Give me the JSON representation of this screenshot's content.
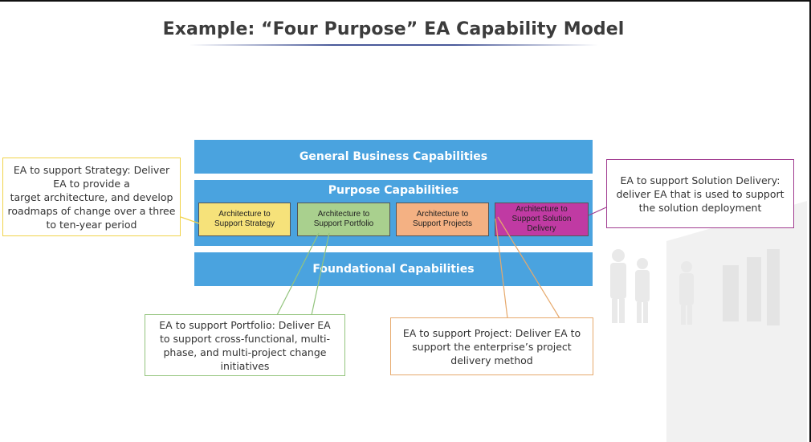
{
  "title": "Example: “Four Purpose” EA Capability Model",
  "layers": {
    "general": "General Business Capabilities",
    "purpose": "Purpose Capabilities",
    "foundational": "Foundational Capabilities"
  },
  "purpose_boxes": [
    {
      "label": "Architecture to\nSupport Strategy",
      "color": "#f6e27a"
    },
    {
      "label": "Architecture to\nSupport Portfolio",
      "color": "#a9d08e"
    },
    {
      "label": "Architecture to\nSupport Projects",
      "color": "#f4b183"
    },
    {
      "label": "Architecture to\nSupport Solution\nDelivery",
      "color": "#c03aa3"
    }
  ],
  "callouts": {
    "strategy": "EA to support Strategy: Deliver\nEA to provide a\ntarget architecture, and develop\nroadmaps of change over a three\nto ten-year period",
    "solution": "EA to support Solution Delivery:\ndeliver EA that is used to support\nthe solution deployment",
    "portfolio": "EA to support Portfolio: Deliver EA\nto support cross-functional, multi-\nphase, and multi-project change\ninitiatives",
    "project": "EA to support Project: Deliver EA to\nsupport the enterprise’s project\ndelivery method"
  },
  "colors": {
    "bar": "#4aa3df",
    "strategy_border": "#f1d34a",
    "solution_border": "#a13d91",
    "portfolio_border": "#93c47d",
    "project_border": "#e6a96c"
  }
}
